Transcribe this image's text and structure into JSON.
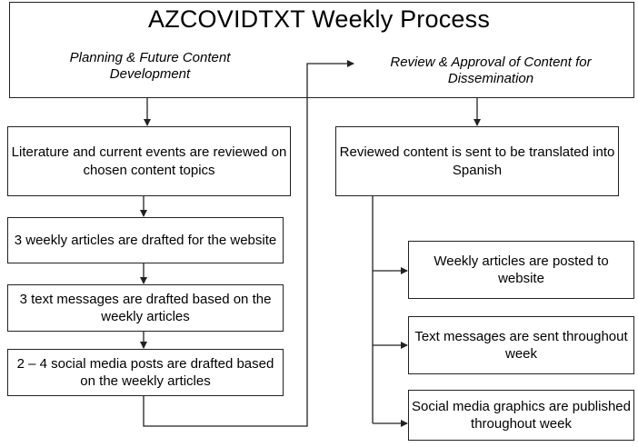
{
  "title": "AZCOVIDTXT Weekly Process",
  "left_heading": "Planning & Future Content Development",
  "right_heading": "Review & Approval of Content for Dissemination",
  "left_steps": [
    "Literature and current events are reviewed on chosen content topics",
    "3 weekly articles are drafted for the website",
    "3 text messages are drafted based on the weekly articles",
    "2 – 4 social media posts are drafted based on the weekly articles"
  ],
  "right_main": "Reviewed content is sent to be translated into Spanish",
  "right_steps": [
    "Weekly articles are posted to website",
    "Text messages are sent throughout week",
    "Social media graphics are published throughout week"
  ]
}
